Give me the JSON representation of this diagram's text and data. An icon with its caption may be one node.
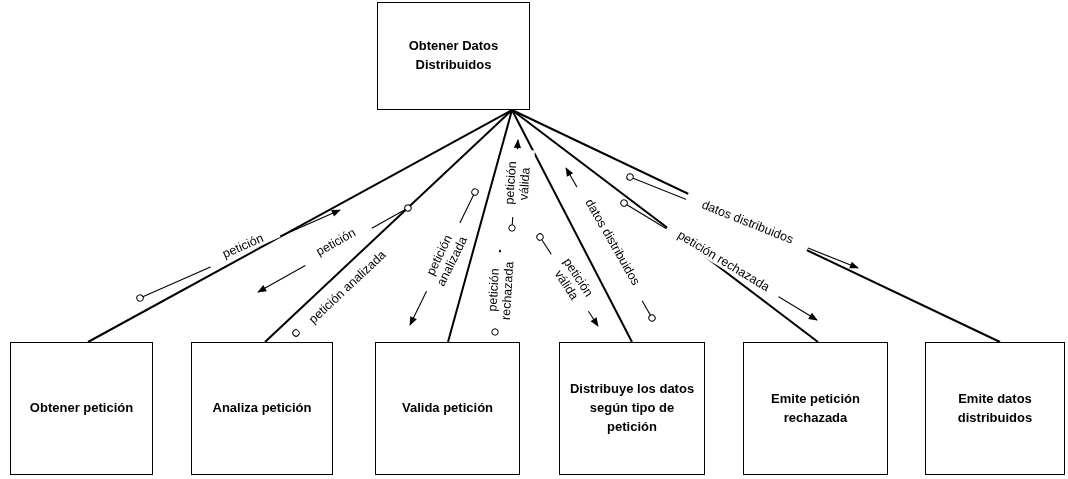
{
  "diagram": {
    "nodes": [
      {
        "text": [
          "Obtener Datos Distribuidos"
        ]
      },
      {
        "text": [
          "Obtener petición"
        ]
      },
      {
        "text": [
          "Analiza petición"
        ]
      },
      {
        "text": [
          "Valida petición"
        ]
      },
      {
        "text": [
          "Distribuye los datos según tipo de petición"
        ]
      },
      {
        "text": [
          "Emite petición rechazada"
        ]
      },
      {
        "text": [
          "Emite datos distribuidos"
        ]
      }
    ],
    "edges": [
      {
        "from": 0,
        "to": 1,
        "arrow": "none"
      },
      {
        "from": 0,
        "to": 2,
        "arrow": "none"
      },
      {
        "from": 0,
        "to": 3,
        "arrow": "none"
      },
      {
        "from": 0,
        "to": 4,
        "arrow": "none"
      },
      {
        "from": 0,
        "to": 5,
        "arrow": "none"
      },
      {
        "from": 0,
        "to": 6,
        "arrow": "none"
      }
    ],
    "labels": [
      "petición",
      "petición",
      "petición analizada",
      "petición analizada",
      "petición válida",
      "petición rechazada",
      "petición válida",
      "datos distribuidos",
      "datos distribuidos",
      "petición rechazada"
    ]
  }
}
